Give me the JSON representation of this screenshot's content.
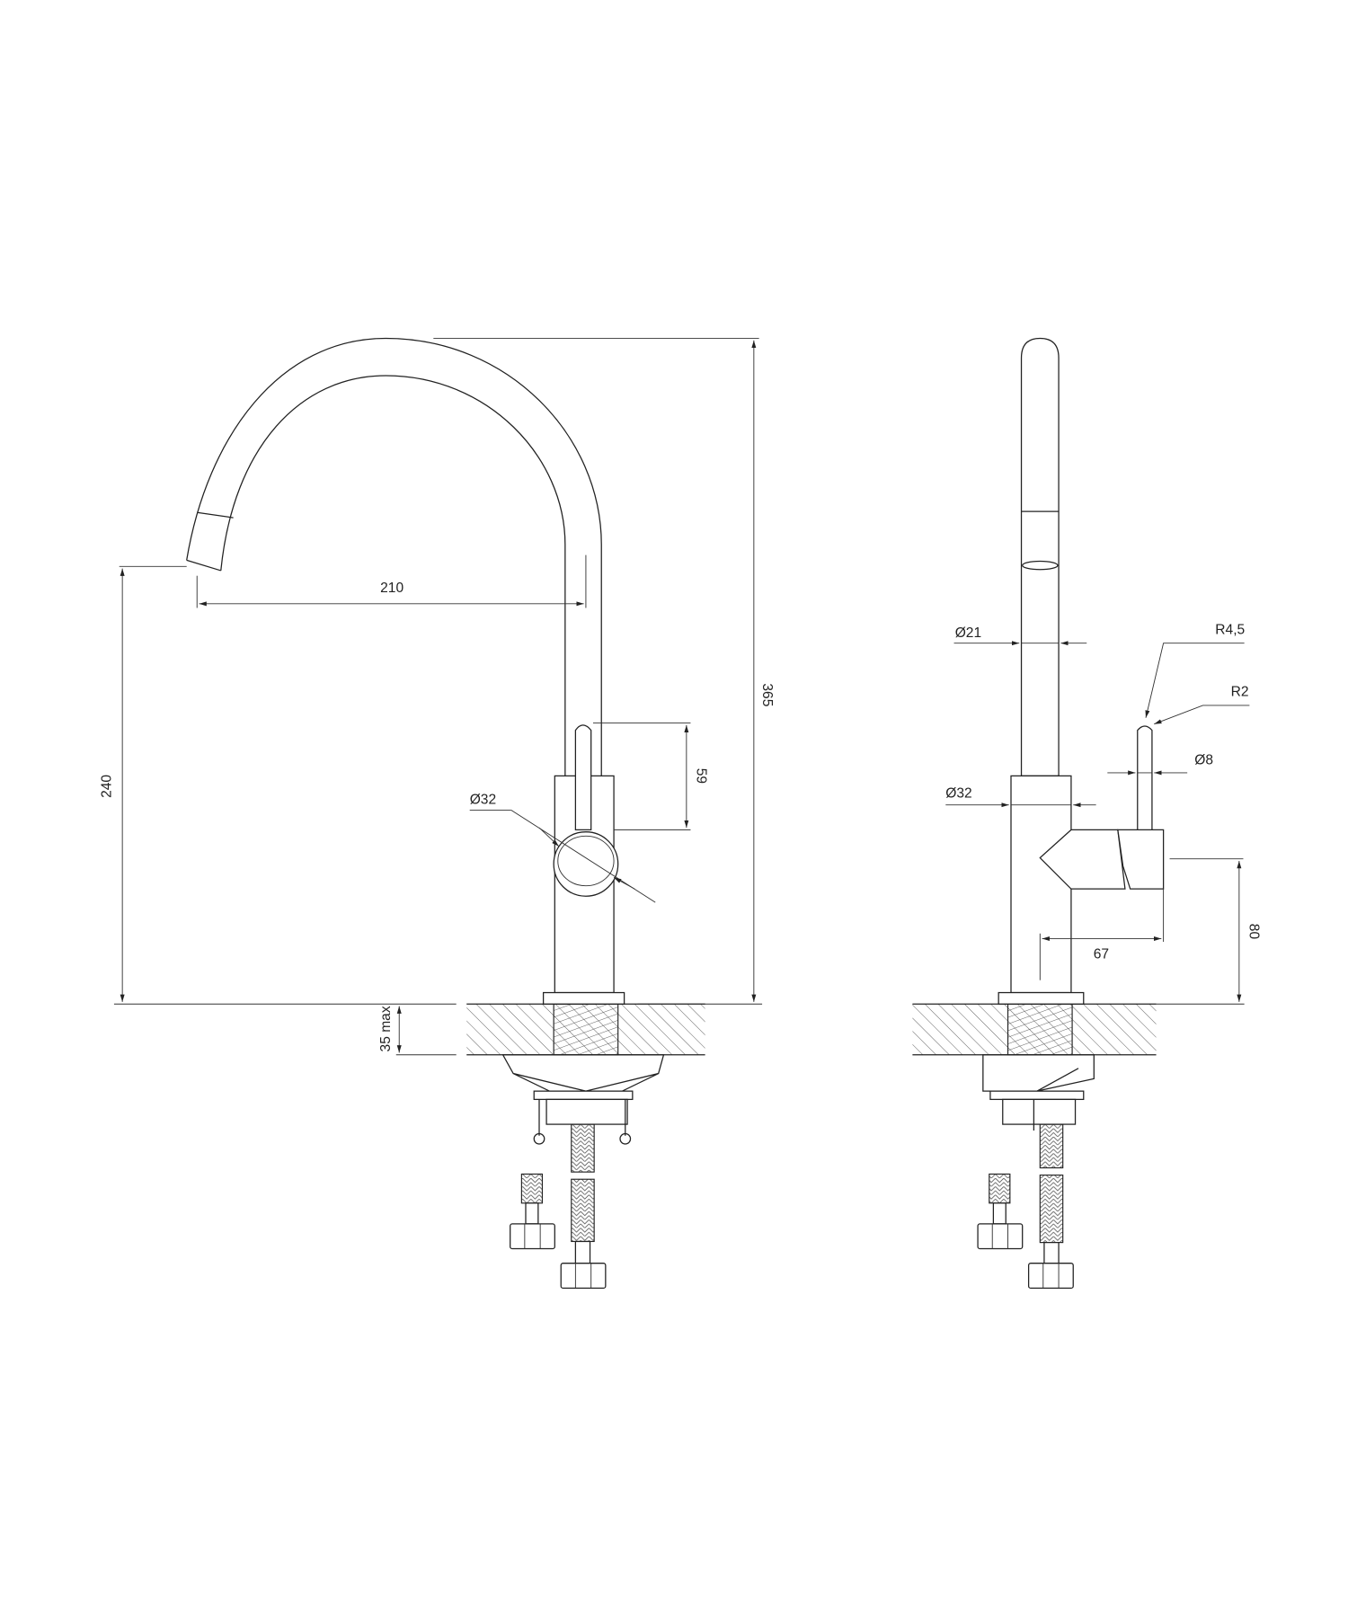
{
  "front_view": {
    "dim_height_total": "365",
    "dim_spout_height": "240",
    "dim_spout_reach": "210",
    "dim_lever_height": "59",
    "dim_body_diameter": "Ø32",
    "dim_counter_thickness": "35 max"
  },
  "side_view": {
    "dim_spout_diameter": "Ø21",
    "dim_body_diameter": "Ø32",
    "dim_lever_tip_radius": "R4,5",
    "dim_lever_edge_radius": "R2",
    "dim_lever_diameter": "Ø8",
    "dim_handle_depth": "67",
    "dim_handle_height": "80"
  },
  "colors": {
    "line": "#222222",
    "background": "#ffffff"
  }
}
